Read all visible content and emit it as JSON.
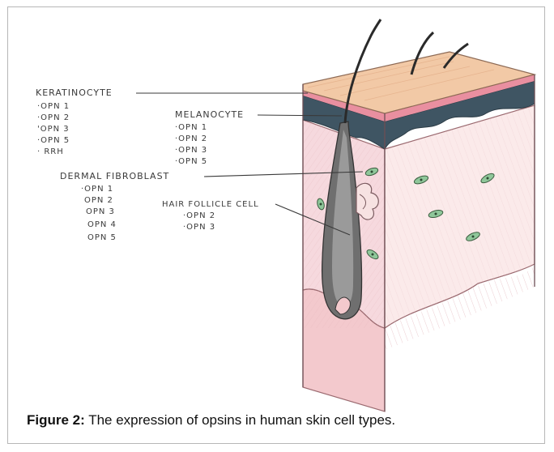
{
  "labels": {
    "keratinocyte": {
      "title": "KERATINOCYTE",
      "items": [
        "·OPN 1",
        "·OPN 2",
        "'OPN 3",
        "·OPN 5",
        "· RRH"
      ]
    },
    "melanocyte": {
      "title": "MELANOCYTE",
      "items": [
        "·OPN 1",
        "·OPN 2",
        "·OPN 3",
        "·OPN 5"
      ]
    },
    "dermal_fibroblast": {
      "title": "DERMAL FIBROBLAST",
      "items": [
        "·OPN 1",
        "OPN 2",
        "OPN 3",
        "OPN 4",
        "OPN 5"
      ]
    },
    "hair_follicle_cell": {
      "title": "HAIR FOLLICLE CELL",
      "items": [
        "·OPN 2",
        "·OPN 3"
      ]
    }
  },
  "caption": {
    "label": "Figure 2:",
    "text": " The expression of opsins in human skin cell types."
  },
  "colors": {
    "epidermis_top": "#f2c9a6",
    "stratum_dark": "#3f5563",
    "dermis": "#f6d9de",
    "dermis_side": "#fbeaea",
    "hypodermis": "#f3c9cd",
    "follicle": "#6f6f6f",
    "fibroblast": "#8fc79a"
  }
}
